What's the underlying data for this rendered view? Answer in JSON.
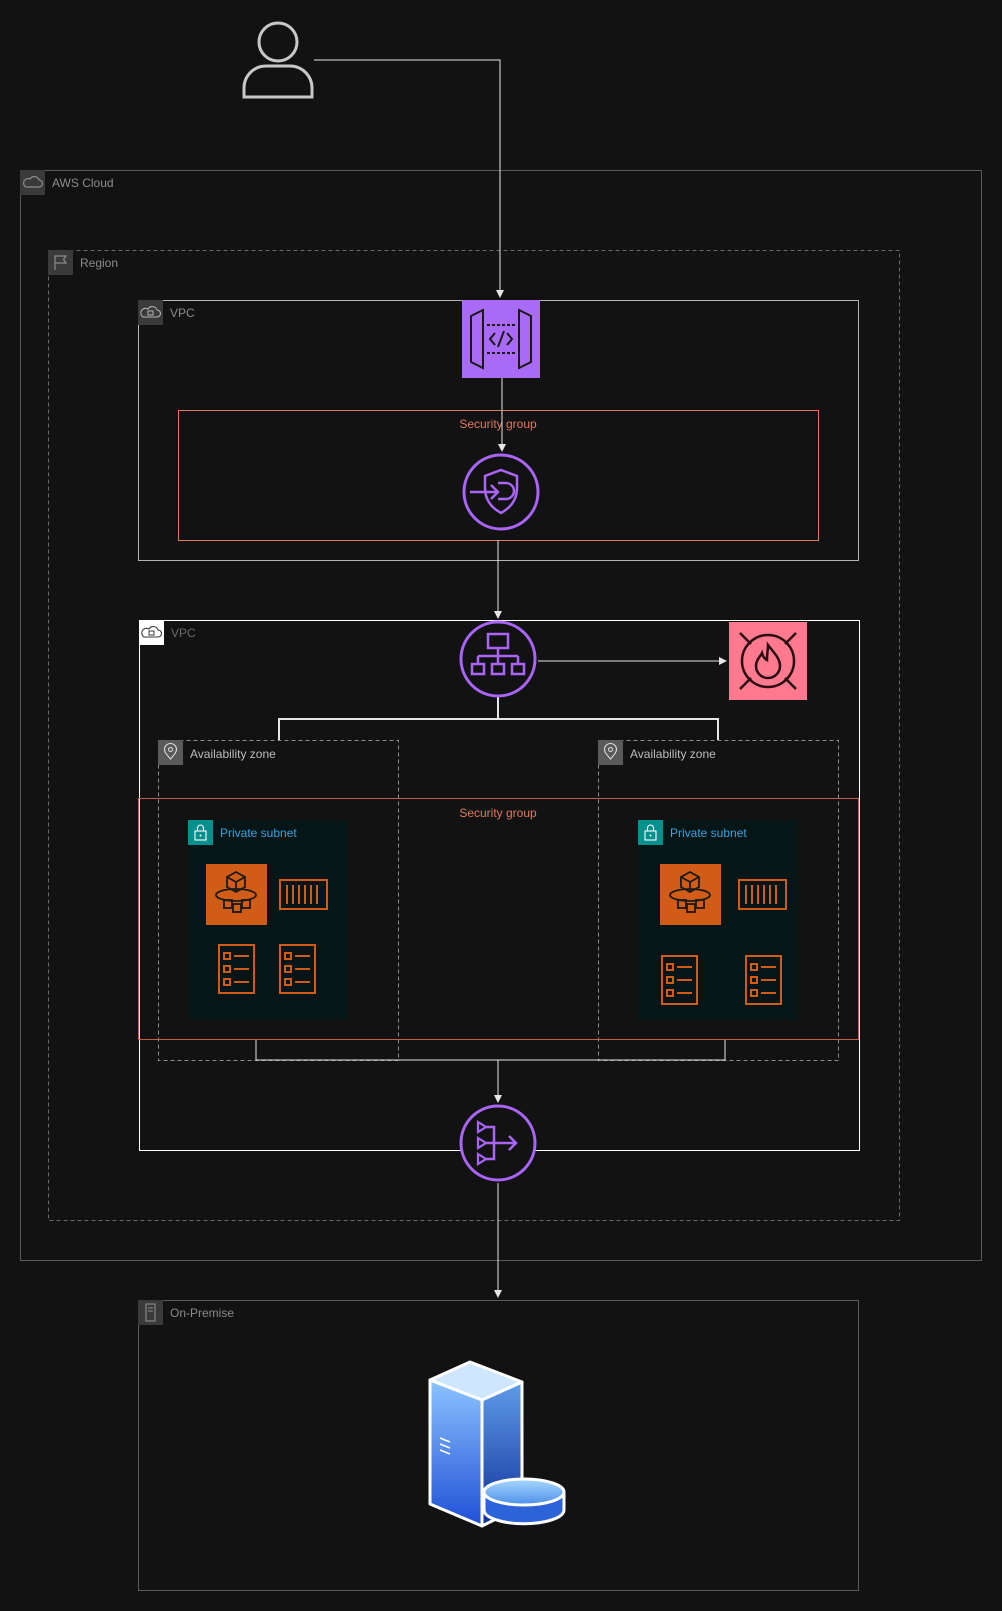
{
  "colors": {
    "background": "#121212",
    "group_border": "#5a5a5a",
    "vpc_border": "#b4b4b4",
    "vpc2_border": "#ffffff",
    "label_gray": "#8c8c8c",
    "security_group": "#e07a5f",
    "api_gateway": "#a96bf5",
    "waf": "#ff7a8e",
    "purple_icon": "#a965f7",
    "ecs_orange": "#d05c17",
    "subnet_bg": "#061515",
    "subnet_icon": "#04908c",
    "subnet_label": "#3aa3e0",
    "connector": "#e6e6e6"
  },
  "groups": {
    "aws_cloud": "AWS Cloud",
    "region": "Region",
    "vpc_top": "VPC",
    "security_group_top": "Security group",
    "vpc_bottom": "VPC",
    "az_left": "Availability zone",
    "az_right": "Availability zone",
    "security_group_bottom": "Security group",
    "subnet_left": "Private subnet",
    "subnet_right": "Private subnet",
    "on_premise": "On-Premise"
  },
  "icons": {
    "user": "user-icon",
    "api_gateway": "api-gateway-icon",
    "endpoint": "vpc-endpoint-icon",
    "load_balancer": "load-balancer-icon",
    "firewall": "waf-icon",
    "fargate": "fargate-icon",
    "container": "container-icon",
    "task": "task-list-icon",
    "nat_gateway": "nat-gateway-icon",
    "server": "server-database-icon"
  }
}
